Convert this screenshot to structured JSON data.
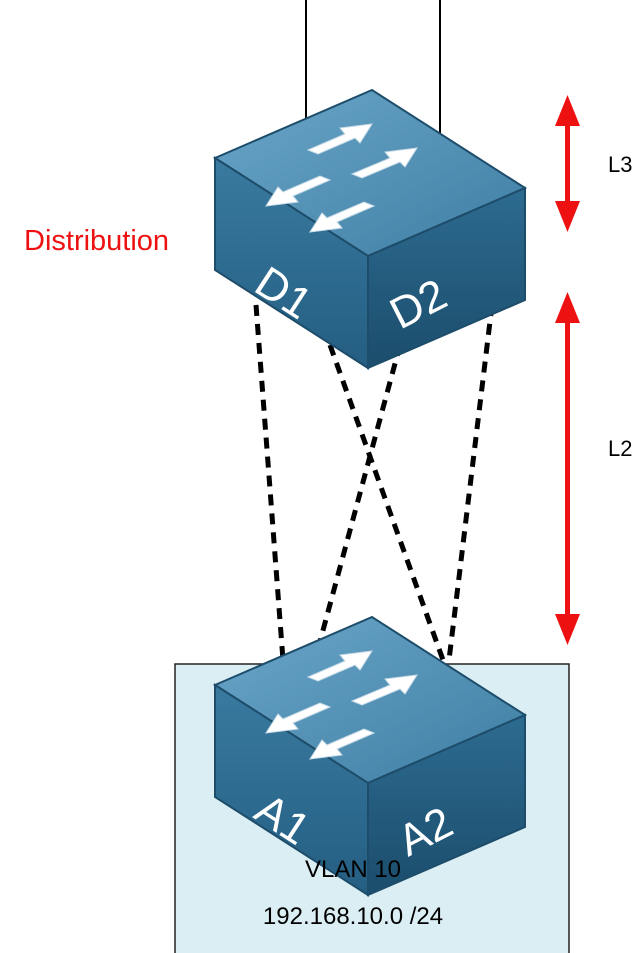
{
  "diagram": {
    "distribution_label": "Distribution",
    "distribution_label_color": "#ee1111",
    "layer_labels": {
      "l3": "L3",
      "l2": "L2"
    },
    "layer_arrow_color": "#ee1111",
    "switches": {
      "distribution": {
        "left_label": "D1",
        "right_label": "D2"
      },
      "access": {
        "left_label": "A1",
        "right_label": "A2"
      }
    },
    "vlan_box": {
      "name": "VLAN 10",
      "subnet": "192.168.10.0 /24",
      "fill_color": "#daeef4"
    },
    "link_style": "dashed",
    "switch_colors": {
      "top": "#4d8cb0",
      "left": "#2f6e92",
      "right": "#245d7e"
    }
  }
}
